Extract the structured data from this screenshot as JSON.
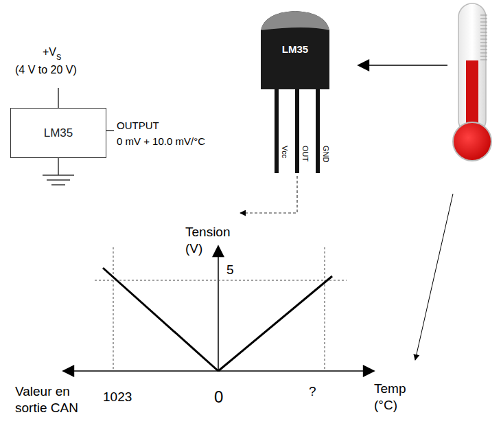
{
  "diagram": {
    "nodes": [
      {
        "text": [
          "LM35"
        ]
      },
      {
        "text": [
          "LM35"
        ]
      }
    ],
    "labels": [
      "+V",
      "S",
      "(4 V to 20 V)",
      "OUTPUT",
      "0 mV + 10.0 mV/°C",
      "Vcc",
      "OUT",
      "GND",
      "Tension (V)",
      "5",
      "Valeur en sortie CAN",
      "1023",
      "0",
      "?",
      "Temp (°C)"
    ]
  }
}
